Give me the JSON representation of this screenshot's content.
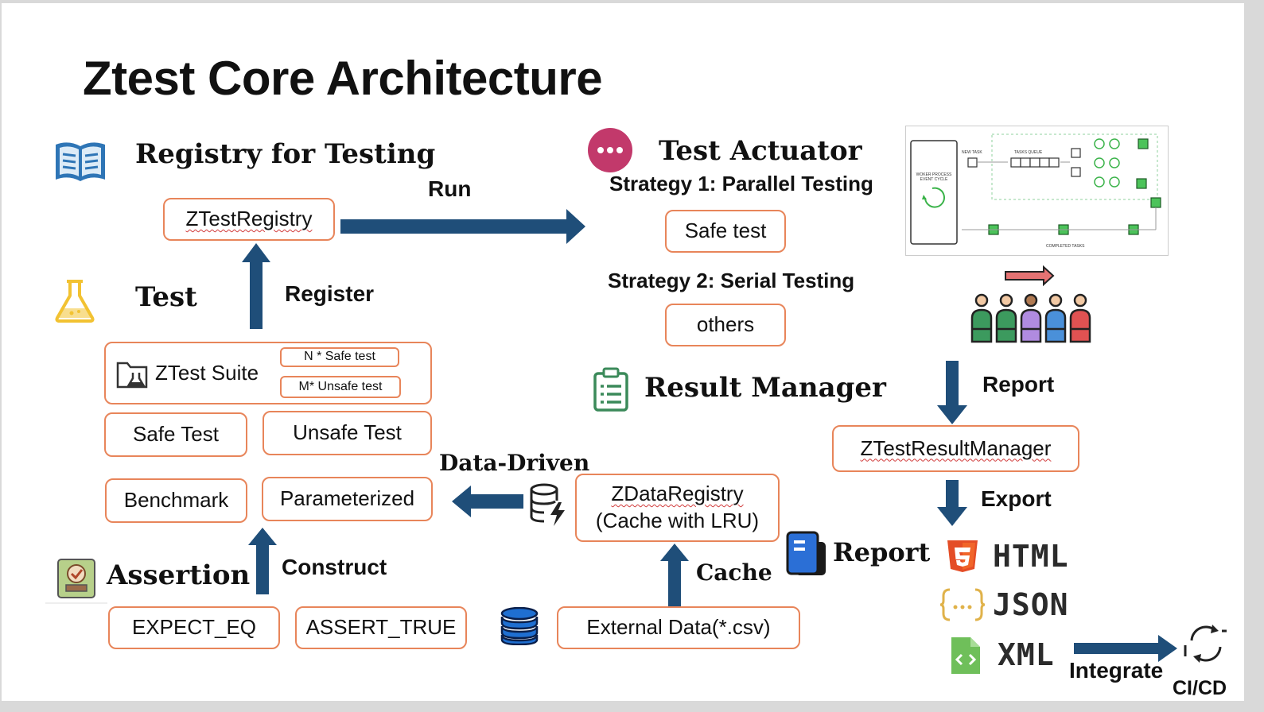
{
  "title": "Ztest Core Architecture",
  "sections": {
    "registry": "Registry for Testing",
    "test": "Test",
    "assertion": "Assertion",
    "actuator": "Test Actuator",
    "result": "Result Manager"
  },
  "boxes": {
    "ztest_registry": "ZTestRegistry",
    "ztest_suite": "ZTest Suite",
    "n_safe": "N * Safe test",
    "m_unsafe": "M* Unsafe test",
    "safe_test": "Safe Test",
    "unsafe_test": "Unsafe Test",
    "benchmark": "Benchmark",
    "parameterized": "Parameterized",
    "expect_eq": "EXPECT_EQ",
    "assert_true": "ASSERT_TRUE",
    "zdata_registry_1": "ZDataRegistry",
    "zdata_registry_2": "(Cache with LRU)",
    "external_data": "External Data(*.csv)",
    "safe_test_strategy": "Safe test",
    "others": "others",
    "ztest_result_manager": "ZTestResultManager"
  },
  "labels": {
    "run": "Run",
    "register": "Register",
    "construct": "Construct",
    "data_driven": "Data-Driven",
    "cache": "Cache",
    "strategy1": "Strategy 1: Parallel Testing",
    "strategy2": "Strategy 2: Serial Testing",
    "report_arrow": "Report",
    "export": "Export",
    "report": "Report",
    "integrate": "Integrate",
    "cicd": "CI/CD"
  },
  "formats": {
    "html": "HTML",
    "json": "JSON",
    "xml": "XML"
  },
  "worker_diagram": {
    "worker": "WOKER PROCESS EVENT CYCLE",
    "new_task": "NEW TASK",
    "tasks_queue": "TASKS QUEUE",
    "completed": "COMPLETED TASKS"
  },
  "colors": {
    "arrow": "#1f4e79",
    "box_border": "#e8855a",
    "ellipsis_circle": "#c2396b",
    "book_icon": "#2e75b6",
    "flask_icon": "#f2c232",
    "clipboard_icon": "#3b8a5a",
    "html5": "#e44d26"
  }
}
